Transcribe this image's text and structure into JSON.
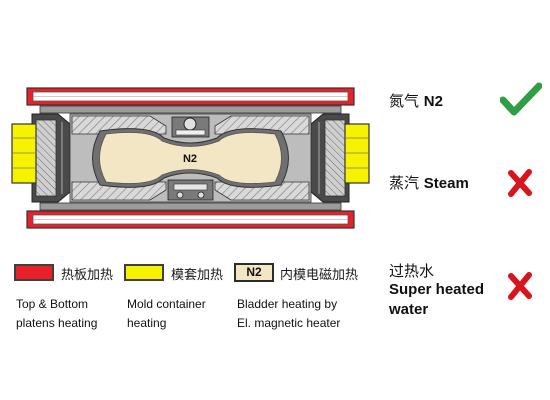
{
  "diagram": {
    "core_label": "N2"
  },
  "legend": [
    {
      "id": "platens",
      "color": "#e8202a",
      "label_zh": "热板加热",
      "label_en_1": "Top & Bottom",
      "label_en_2": "platens heating"
    },
    {
      "id": "mold",
      "color": "#f7f200",
      "label_zh": "模套加热",
      "label_en_1": "Mold container",
      "label_en_2": "heating"
    },
    {
      "id": "bladder",
      "box_text": "N2",
      "label_zh": "内模电磁加热",
      "label_en_1": "Bladder heating by",
      "label_en_2": "El. magnetic heater"
    }
  ],
  "media": [
    {
      "id": "n2",
      "label_zh": "氮气",
      "label_en": "N2",
      "supported": true,
      "mark": "check-icon"
    },
    {
      "id": "steam",
      "label_zh": "蒸汽",
      "label_en": "Steam",
      "supported": false,
      "mark": "cross-icon"
    },
    {
      "id": "water",
      "label_zh": "过热水",
      "label_en_1": "Super heated",
      "label_en_2": "water",
      "supported": false,
      "mark": "cross-icon"
    }
  ],
  "colors": {
    "platen": "#e8202a",
    "mold_heater": "#f7f200",
    "bladder": "#f2e6c4",
    "check": "#2f9e44",
    "cross": "#d8141c"
  }
}
